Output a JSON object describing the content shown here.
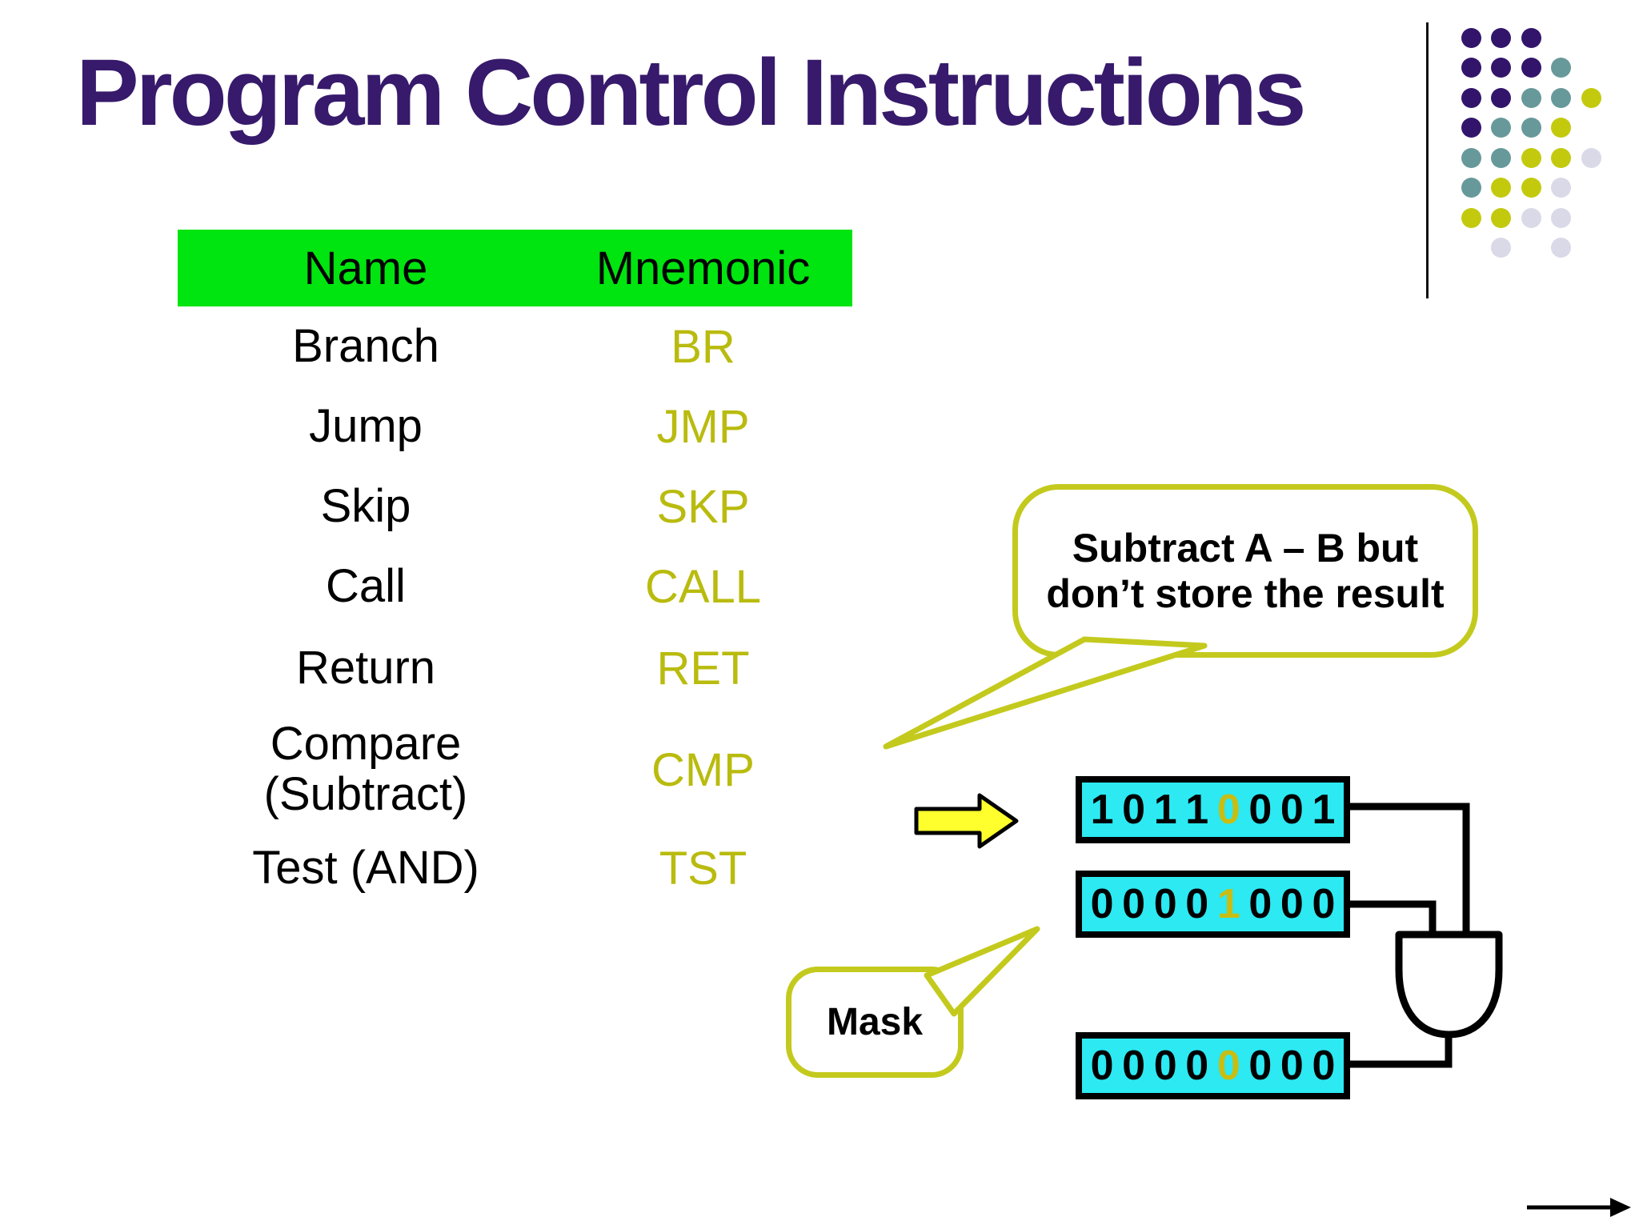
{
  "slide": {
    "title": "Program Control Instructions"
  },
  "table": {
    "header": {
      "name_label": "Name",
      "mnemonic_label": "Mnemonic"
    },
    "rows": [
      {
        "name": "Branch",
        "mnemonic": "BR"
      },
      {
        "name": "Jump",
        "mnemonic": "JMP"
      },
      {
        "name": "Skip",
        "mnemonic": "SKP"
      },
      {
        "name": "Call",
        "mnemonic": "CALL"
      },
      {
        "name": "Return",
        "mnemonic": "RET"
      },
      {
        "name": "Compare\n(Subtract)",
        "mnemonic": "CMP"
      },
      {
        "name": "Test (AND)",
        "mnemonic": "TST"
      }
    ]
  },
  "callouts": {
    "subtract": {
      "line1": "Subtract A – B but",
      "line2": "don’t store the result"
    },
    "mask": {
      "label": "Mask"
    }
  },
  "diagram": {
    "gate_type": "AND",
    "registers": [
      {
        "id": "register-a",
        "bits": [
          "1",
          "0",
          "1",
          "1",
          "0",
          "0",
          "0",
          "1"
        ],
        "highlight_index": 4
      },
      {
        "id": "register-mask",
        "bits": [
          "0",
          "0",
          "0",
          "0",
          "1",
          "0",
          "0",
          "0"
        ],
        "highlight_index": 4
      },
      {
        "id": "register-result",
        "bits": [
          "0",
          "0",
          "0",
          "0",
          "0",
          "0",
          "0",
          "0"
        ],
        "highlight_index": 4
      }
    ]
  },
  "decoration": {
    "dot_pattern": [
      [
        "purple",
        "purple",
        "purple"
      ],
      [
        "purple",
        "purple",
        "purple",
        "teal"
      ],
      [
        "purple",
        "purple",
        "teal",
        "teal",
        "olive"
      ],
      [
        "purple",
        "teal",
        "teal",
        "olive"
      ],
      [
        "teal",
        "teal",
        "olive",
        "olive",
        "lavender"
      ],
      [
        "teal",
        "olive",
        "olive",
        "lavender"
      ],
      [
        "olive",
        "olive",
        "lavender",
        "lavender"
      ],
      [
        null,
        "lavender",
        null,
        "lavender"
      ]
    ]
  },
  "colors": {
    "title": "#371a6b",
    "header_green": "#00e410",
    "mnemonic": "#b9bb0e",
    "register_cyan": "#2ce9f2",
    "bit_highlight": "#c9bd13",
    "callout_border": "#c3ca1d",
    "arrow_yellow": "#ffff2e",
    "dot_purple": "#32156b",
    "dot_teal": "#68999a",
    "dot_olive": "#c3ca0e",
    "dot_lavender": "#d9d9e8"
  }
}
